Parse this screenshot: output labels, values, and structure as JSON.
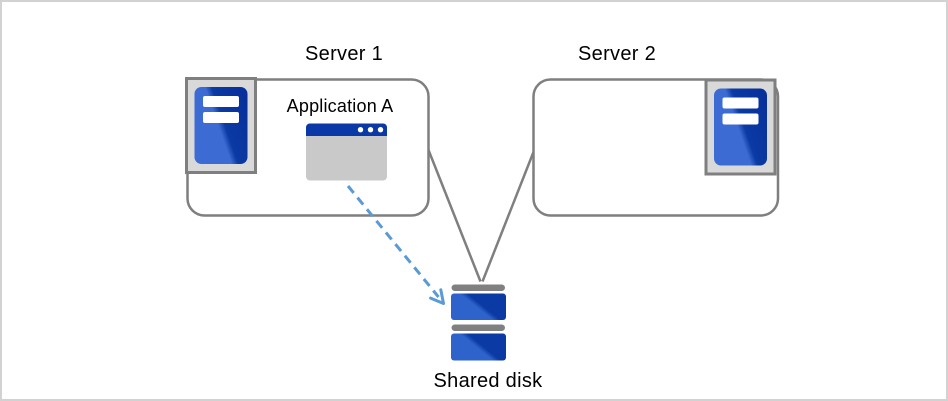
{
  "nodes": {
    "server1": {
      "label": "Server 1"
    },
    "server2": {
      "label": "Server 2"
    },
    "application": {
      "label": "Application A"
    },
    "shared_disk": {
      "label": "Shared disk"
    }
  },
  "icons": {
    "server1_icon": "tower-server-icon",
    "server2_icon": "tower-server-icon",
    "application_icon": "application-window-icon",
    "shared_disk_icon": "disk-stack-icon"
  },
  "colors": {
    "outline_gray": "#7f7f7f",
    "icon_frame_fill": "#d9d9d9",
    "server_blue_dark": "#0b3aa4",
    "server_blue_light": "#3b6bd3",
    "window_titlebar_blue": "#0a38a6",
    "window_body_gray": "#c9c9c9",
    "disk_bar_gray": "#808080",
    "arrow_blue": "#5b9bd5",
    "page_border": "#d2d2d2",
    "text_color": "#000000",
    "icon_bar_white": "#ffffff"
  }
}
